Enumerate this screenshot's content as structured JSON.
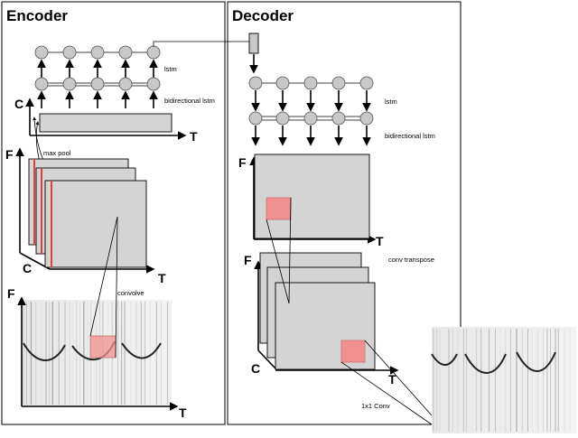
{
  "encoder": {
    "title": "Encoder",
    "lstm_label": "lstm",
    "bilstm_label": "bidirectional lstm",
    "maxpool_label": "max pool",
    "convolve_label": "convolve",
    "axis_c": "C",
    "axis_t_top": "T",
    "axis_f_mid": "F",
    "axis_c_mid": "C",
    "axis_t_mid": "T",
    "axis_f_spec": "F",
    "axis_t_spec": "T"
  },
  "decoder": {
    "title": "Decoder",
    "lstm_label": "lstm",
    "bilstm_label": "bidirectional lstm",
    "conv_transpose_label": "conv transpose",
    "conv1x1_label": "1x1 Conv",
    "axis_f_top": "F",
    "axis_t_top": "T",
    "axis_f_bottom": "F",
    "axis_c_bottom": "C",
    "axis_t_bottom": "T"
  },
  "colors": {
    "node_fill": "#c8c8c8",
    "feature_map": "#d4d4d4",
    "highlight": "#f09090"
  }
}
